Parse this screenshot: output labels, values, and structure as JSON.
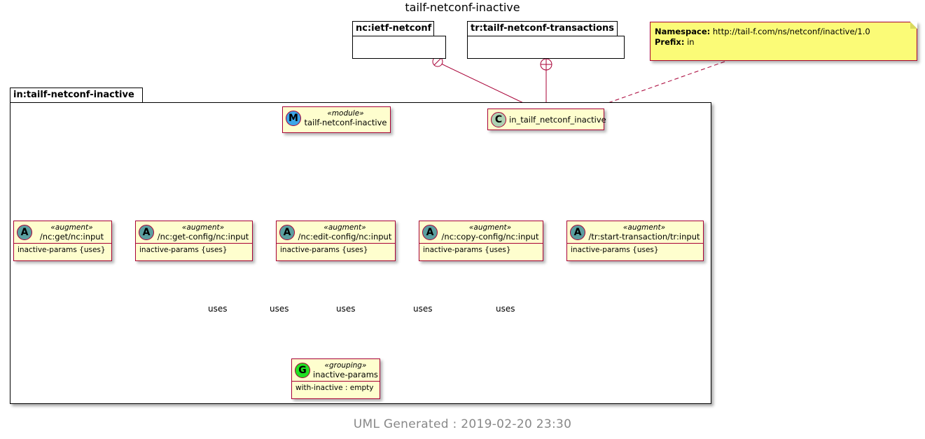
{
  "title": "tailf-netconf-inactive",
  "footer": "UML Generated : 2019-02-20 23:30",
  "packages": {
    "ietf": "nc:ietf-netconf",
    "transactions": "tr:tailf-netconf-transactions",
    "main": "in:tailf-netconf-inactive"
  },
  "note": {
    "namespace_label": "Namespace:",
    "namespace_value": "http://tail-f.com/ns/netconf/inactive/1.0",
    "prefix_label": "Prefix:",
    "prefix_value": "in"
  },
  "module": {
    "icon": "M",
    "stereotype": "«module»",
    "name": "tailf-netconf-inactive"
  },
  "class_node": {
    "icon": "C",
    "name": "in_tailf_netconf_inactive"
  },
  "augments": [
    {
      "icon": "A",
      "stereotype": "«augment»",
      "name": "/nc:get/nc:input",
      "attr": "inactive-params {uses}"
    },
    {
      "icon": "A",
      "stereotype": "«augment»",
      "name": "/nc:get-config/nc:input",
      "attr": "inactive-params {uses}"
    },
    {
      "icon": "A",
      "stereotype": "«augment»",
      "name": "/nc:edit-config/nc:input",
      "attr": "inactive-params {uses}"
    },
    {
      "icon": "A",
      "stereotype": "«augment»",
      "name": "/nc:copy-config/nc:input",
      "attr": "inactive-params {uses}"
    },
    {
      "icon": "A",
      "stereotype": "«augment»",
      "name": "/tr:start-transaction/tr:input",
      "attr": "inactive-params {uses}"
    }
  ],
  "grouping": {
    "icon": "G",
    "stereotype": "«grouping»",
    "name": "inactive-params",
    "attr": "with-inactive : empty"
  },
  "uses_labels": [
    "uses",
    "uses",
    "uses",
    "uses",
    "uses"
  ],
  "colors": {
    "class_fill": "#FEFECE",
    "class_border": "#A80036",
    "module_icon": "#3BA5E8",
    "class_icon": "#ADD1B2",
    "augment_icon": "#5A9FA0",
    "grouping_icon": "#22E022",
    "note_fill": "#FBFB77"
  }
}
